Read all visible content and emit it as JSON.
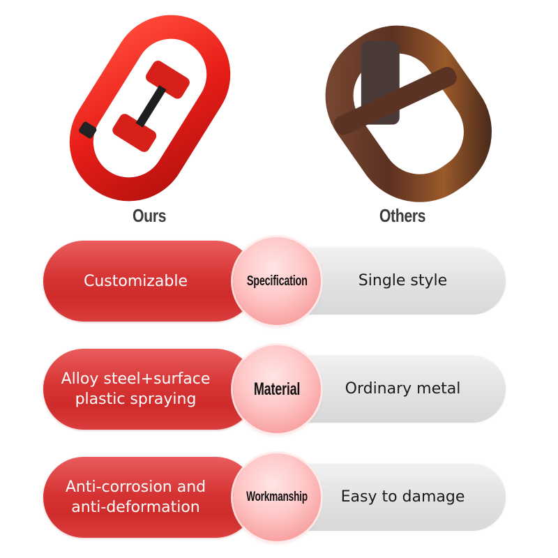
{
  "products": {
    "ours": {
      "label": "Ours",
      "image": "red-alloy-connecting-link",
      "color": "#e0211e"
    },
    "others": {
      "label": "Others",
      "image": "rusty-chain-link",
      "color": "#5a3422"
    }
  },
  "comparisons": [
    {
      "category": "Specification",
      "ours_line1": "Customizable",
      "ours_line2": "",
      "others": "Single style"
    },
    {
      "category": "Material",
      "ours_line1": "Alloy steel+surface",
      "ours_line2": "plastic spraying",
      "others": "Ordinary metal"
    },
    {
      "category": "Workmanship",
      "ours_line1": "Anti-corrosion and",
      "ours_line2": "anti-deformation",
      "others": "Easy to damage"
    }
  ],
  "colors": {
    "red_pill": "#d63434",
    "gray_pill": "#e2e2e2",
    "badge": "#ffc9c9",
    "label_text": "#3b3b3b"
  }
}
